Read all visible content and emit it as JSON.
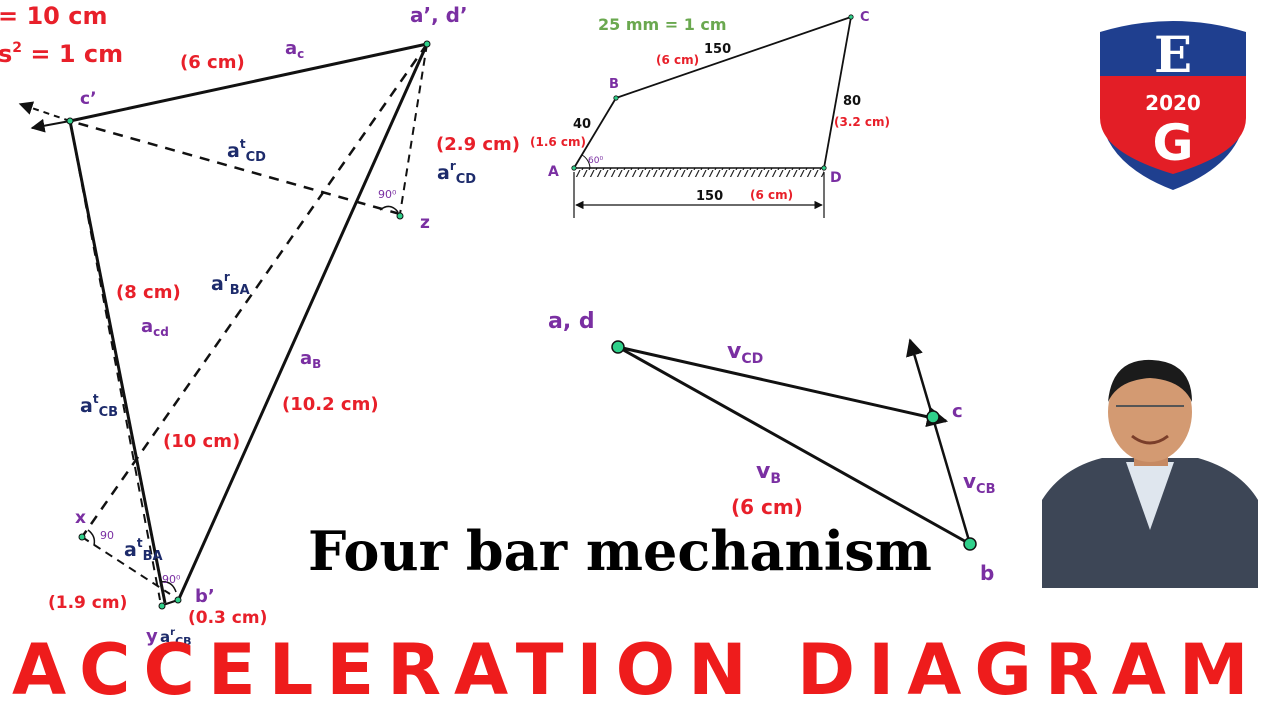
{
  "title": "ACCELERATION DIAGRAM",
  "subtitle": "Four bar mechanism",
  "logo": {
    "top": "E",
    "year": "2020",
    "bottom": "G",
    "colors": {
      "shield": "#1f3f8f",
      "band": "#e31e26",
      "letters": "#ffffff"
    }
  },
  "presenter_photo": {
    "icon": "presenter-portrait",
    "description_visible": false
  },
  "colors": {
    "red": "#e8202a",
    "purple": "#7a2fa2",
    "navy": "#1d2b6b",
    "green": "#6aa84f",
    "title_red": "#ee1c1c",
    "point_green": "#2fd08a"
  },
  "accel_diagram": {
    "scale_1": "= 10 cm",
    "scale_2_prefix": "s",
    "scale_2_sup": "2",
    "scale_2_suffix": " = 1 cm",
    "point_ad": "a’, d’",
    "point_c": "c’",
    "point_b": "b’",
    "point_z": "z",
    "point_x": "x",
    "point_y": "y",
    "ac_label": "a",
    "ac_sub": "c",
    "ac_len": "(6 cm)",
    "atcd_base": "a",
    "atcd_sup": "t",
    "atcd_sub": "CD",
    "arcd_base": "a",
    "arcd_sup": "r",
    "arcd_sub": "CD",
    "arcd_len": "(2.9 cm)",
    "angle_90_a": "90⁰",
    "angle_90_b": "90",
    "angle_90_c": "90⁰",
    "acd_len": "(8 cm)",
    "acd_base": "a",
    "acd_sub": "cd",
    "arba_base": "a",
    "arba_sup": "r",
    "arba_sub": "BA",
    "atcb_base": "a",
    "atcb_sup": "t",
    "atcb_sub": "CB",
    "ab_base": "a",
    "ab_sub": "B",
    "ab_len": "(10.2 cm)",
    "ba_len": "(10 cm)",
    "atba_base": "a",
    "atba_sup": "t",
    "atba_sub": "BA",
    "xb_len": "(1.9 cm)",
    "yb_len": "(0.3 cm)",
    "arcb_base": "a",
    "arcb_sup": "r",
    "arcb_sub": "CB"
  },
  "space_diagram": {
    "scale": "25 mm = 1 cm",
    "point_a": "A",
    "point_b": "B",
    "point_c": "C",
    "point_d": "D",
    "ab_value": "40",
    "ab_cm": "(1.6 cm)",
    "bc_value": "150",
    "bc_cm": "(6 cm)",
    "cd_value": "80",
    "cd_cm": "(3.2 cm)",
    "ad_value": "150",
    "ad_cm": "(6 cm)",
    "angle": "60⁰"
  },
  "velocity_diagram": {
    "point_ad": "a, d",
    "point_c": "c",
    "point_b": "b",
    "vcd_base": "v",
    "vcd_sub": "CD",
    "vb_base": "v",
    "vb_sub": "B",
    "vb_len": "(6 cm)",
    "vcb_base": "v",
    "vcb_sub": "CB"
  }
}
